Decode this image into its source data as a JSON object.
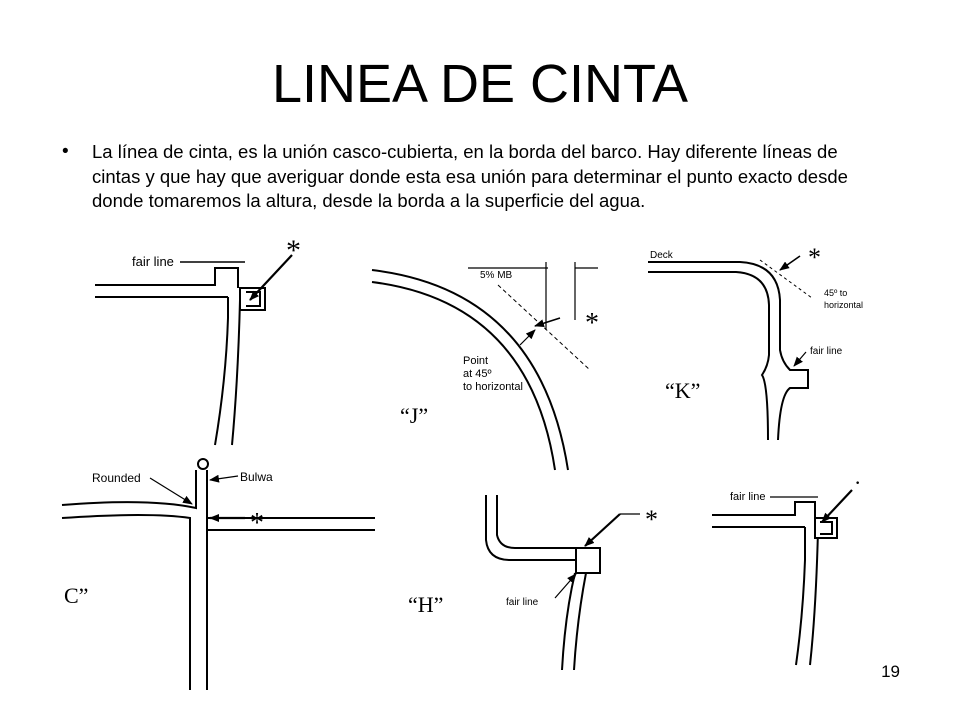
{
  "slide": {
    "title": "LINEA DE CINTA",
    "bullet": "•",
    "body": "La línea de cinta, es la unión casco-cubierta, en la borda del barco. Hay diferente líneas de cintas y que hay que averiguar donde esta esa unión para determinar el punto exacto desde donde tomaremos la altura, desde la borda a la superficie del agua.",
    "page_number": "19"
  },
  "diagrams": {
    "d1": {
      "fair_line": "fair line",
      "star": "*"
    },
    "d2": {
      "mb": "5% MB",
      "point_l1": "Point",
      "point_l2": "at 45º",
      "point_l3": "to horizontal",
      "caption": "“J”",
      "star": "*"
    },
    "d3": {
      "deck": "Deck",
      "angle_l1": "45º to",
      "angle_l2": "horizontal",
      "fair_line": "fair line",
      "caption": "“K”",
      "star": "*"
    },
    "d4": {
      "rounded": "Rounded",
      "bulwa": "Bulwa",
      "caption": "C”",
      "star": "*"
    },
    "d5": {
      "fair_line": "fair line",
      "caption": "“H”",
      "star": "*"
    },
    "d6": {
      "fair_line": "fair line",
      "star": "·"
    }
  }
}
